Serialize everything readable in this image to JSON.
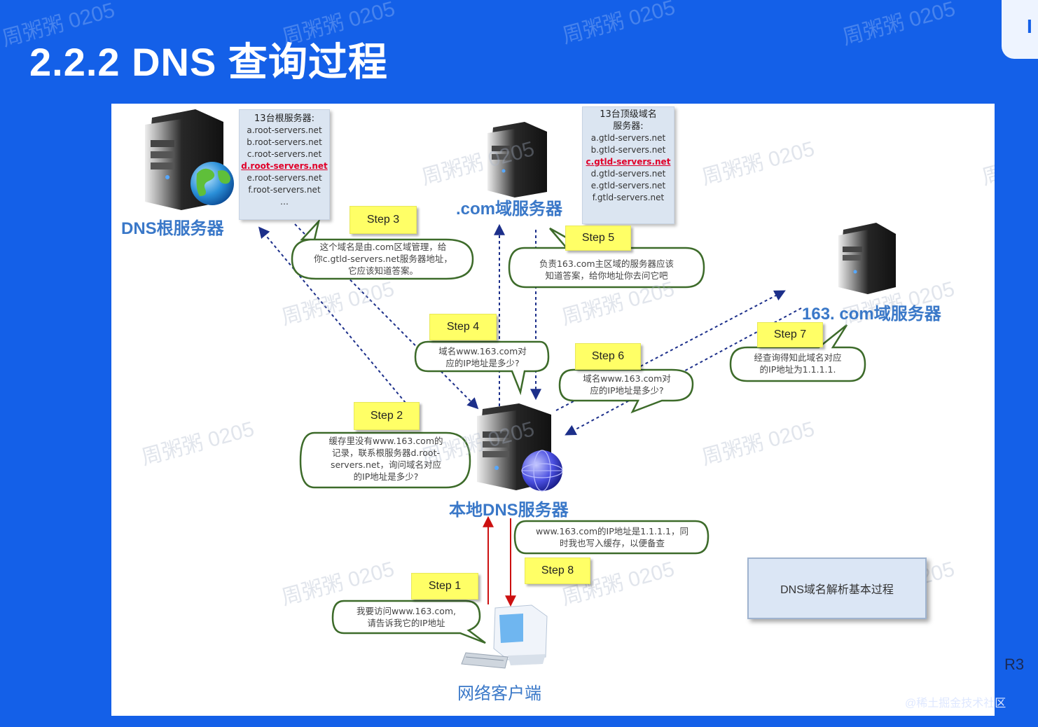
{
  "slide_title": "2.2.2 DNS 查询过程",
  "corner_tab_text": "I",
  "watermark_text": "周粥粥 0205",
  "root_server": {
    "label": "DNS根服务器",
    "list_title": "13台根服务器:",
    "list": [
      "a.root-servers.net",
      "b.root-servers.net",
      "c.root-servers.net",
      "d.root-servers.net",
      "e.root-servers.net",
      "f.root-servers.net",
      "…"
    ],
    "highlight": "d.root-servers.net"
  },
  "com_server": {
    "label": ".com域服务器",
    "list_title_1": "13台顶级域名",
    "list_title_2": "服务器:",
    "list": [
      "a.gtld-servers.net",
      "b.gtld-servers.net",
      "c.gtld-servers.net",
      "d.gtld-servers.net",
      "e.gtld-servers.net",
      "f.gtld-servers.net"
    ],
    "highlight": "c.gtld-servers.net"
  },
  "s163_server": {
    "label": "163. com域服务器"
  },
  "local_dns": {
    "label": "本地DNS服务器"
  },
  "client": {
    "label": "网络客户端"
  },
  "steps": {
    "s1": "Step 1",
    "s2": "Step 2",
    "s3": "Step 3",
    "s4": "Step 4",
    "s5": "Step 5",
    "s6": "Step 6",
    "s7": "Step 7",
    "s8": "Step 8"
  },
  "callouts": {
    "c1": [
      "我要访问www.163.com,",
      "请告诉我它的IP地址"
    ],
    "c2": [
      "缓存里没有www.163.com的",
      "记录，联系根服务器d.root-",
      "servers.net，询问域名对应",
      "的IP地址是多少?"
    ],
    "c3": [
      "这个域名是由.com区域管理，给",
      "你c.gtld-servers.net服务器地址，",
      "它应该知道答案。"
    ],
    "c4": [
      "域名www.163.com对",
      "应的IP地址是多少?"
    ],
    "c5": [
      "负责163.com主区域的服务器应该",
      "知道答案，给你地址你去问它吧"
    ],
    "c6": [
      "域名www.163.com对",
      "应的IP地址是多少?"
    ],
    "c7": [
      "经查询得知此域名对应",
      "的IP地址为1.1.1.1."
    ],
    "c8": [
      "www.163.com的IP地址是1.1.1.1，同",
      "时我也写入缓存，以便备查"
    ]
  },
  "caption_box": "DNS域名解析基本过程",
  "slide_marker": "R3",
  "credit": "@稀土掘金技术社区",
  "colors": {
    "background": "#1460e8",
    "step_fill": "#ffff66",
    "callout_border": "#3d6b2a",
    "arrow_dashed": "#1c2f8a",
    "arrow_red": "#cc1010",
    "label_blue": "#3a78c8",
    "highlight_red": "#e0002a"
  },
  "icons": [
    "server-icon",
    "globe-icon",
    "computer-icon"
  ]
}
